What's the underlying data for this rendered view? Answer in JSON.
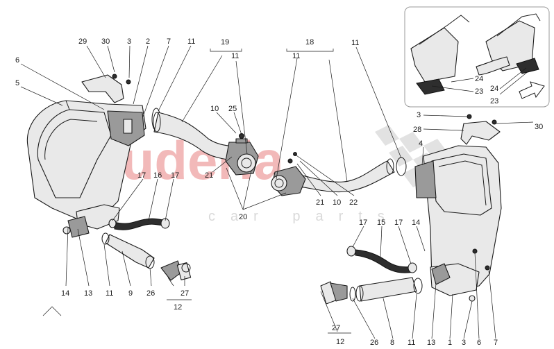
{
  "watermark": {
    "brand": "scuderia",
    "sub": "car parts"
  },
  "callouts": {
    "c29": "29",
    "c30a": "30",
    "c3a": "3",
    "c2": "2",
    "c7a": "7",
    "c11a": "11",
    "c6a": "6",
    "c5": "5",
    "c19": "19",
    "c11b": "11",
    "c18": "18",
    "c11c": "11",
    "c11d": "11",
    "c10a": "10",
    "c25": "25",
    "c21a": "21",
    "c17a": "17",
    "c16": "16",
    "c17b": "17",
    "c20": "20",
    "c21b": "21",
    "c10b": "10",
    "c22": "22",
    "c4": "4",
    "c3b": "3",
    "c28": "28",
    "c30b": "30",
    "c24a": "24",
    "c23a": "23",
    "c24b": "24",
    "c23b": "23",
    "c14a": "14",
    "c13a": "13",
    "c11e": "11",
    "c9": "9",
    "c26a": "26",
    "c27a": "27",
    "c12a": "12",
    "c17c": "17",
    "c15": "15",
    "c17d": "17",
    "c14b": "14",
    "c27b": "27",
    "c12b": "12",
    "c26b": "26",
    "c8": "8",
    "c11f": "11",
    "c13b": "13",
    "c1": "1",
    "c6b": "6",
    "c7b": "7",
    "c3c": "3"
  }
}
